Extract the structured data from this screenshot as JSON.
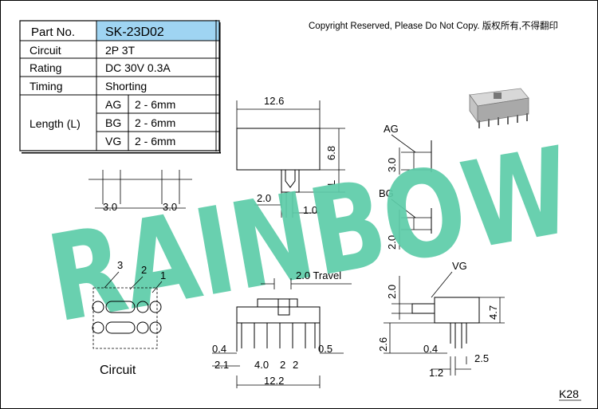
{
  "spec_table": {
    "part_no_label": "Part No.",
    "part_no_value": "SK-23D02",
    "circuit_label": "Circuit",
    "circuit_value": "2P 3T",
    "rating_label": "Rating",
    "rating_value": "DC 30V 0.3A",
    "timing_label": "Timing",
    "timing_value": "Shorting",
    "length_label": "Length (L)",
    "length_rows": [
      {
        "code": "AG",
        "range": "2 - 6mm"
      },
      {
        "code": "BG",
        "range": "2 - 6mm"
      },
      {
        "code": "VG",
        "range": "2 - 6mm"
      }
    ]
  },
  "copyright": "Copyright Reserved, Please Do Not Copy. 版权所有,不得翻印",
  "watermark": "RAINBOW",
  "dims": {
    "top_width": "12.6",
    "top_height": "6.8",
    "lead_length": "L",
    "pin_pitch": "2.0",
    "pin_width": "1.0",
    "ag_label": "AG",
    "ag_height": "3.0",
    "bg_label": "BG",
    "bg_height": "2.0",
    "left_gap_a": "3.0",
    "left_gap_b": "3.0",
    "travel": "2.0 Travel",
    "pin_a": "0.4",
    "pin_b": "2.1",
    "span_a": "4.0",
    "span_b": "2",
    "span_c": "2",
    "pin_c": "0.5",
    "total_width": "12.2",
    "vg_label": "VG",
    "vg_top": "2.0",
    "vg_height": "4.7",
    "vg_lead": "2.6",
    "vg_pin": "0.4",
    "vg_pitch": "2.5",
    "vg_gap": "1.2"
  },
  "circuit": {
    "title": "Circuit",
    "pin1": "1",
    "pin2": "2",
    "pin3": "3"
  },
  "page_code": "K28",
  "colors": {
    "header_cell": "#9fd4f2",
    "watermark": "#5ccca8"
  }
}
